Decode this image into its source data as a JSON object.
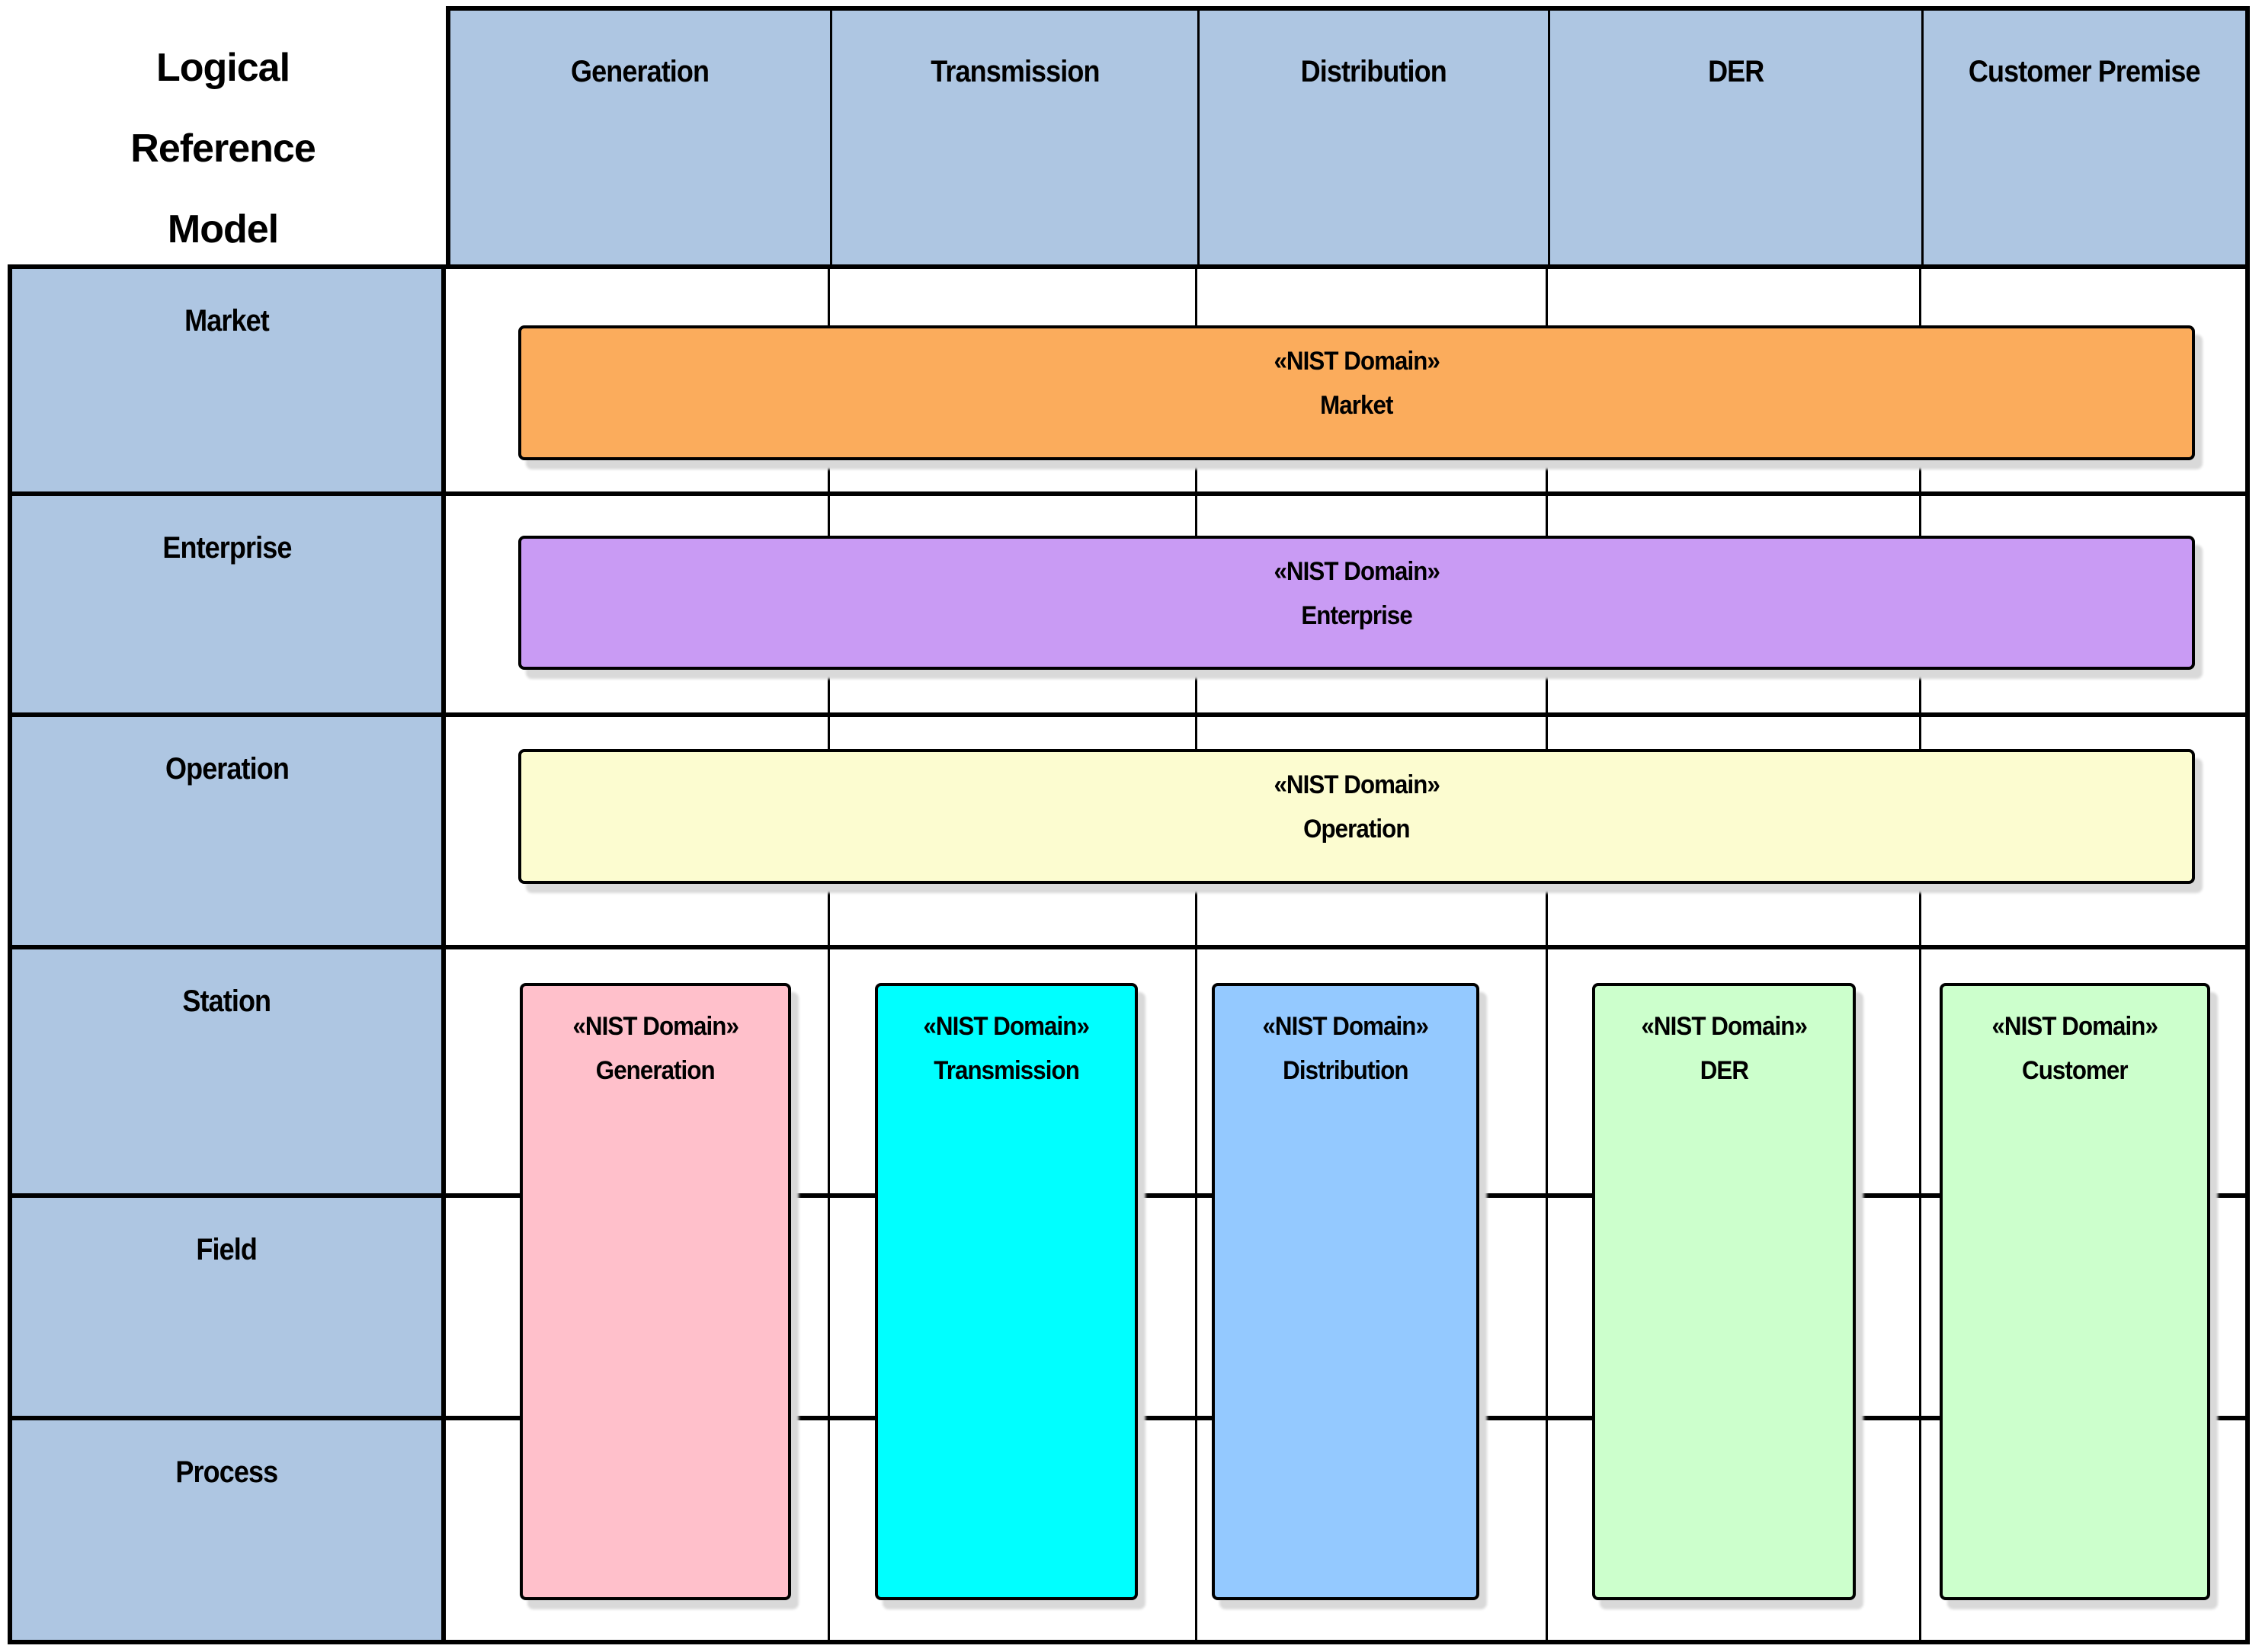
{
  "diagram": {
    "title": {
      "lines": [
        "Logical",
        "Reference",
        "Model"
      ]
    },
    "columns": [
      {
        "label": "Generation"
      },
      {
        "label": "Transmission"
      },
      {
        "label": "Distribution"
      },
      {
        "label": "DER"
      },
      {
        "label": "Customer Premise"
      }
    ],
    "rows": [
      {
        "label": "Market"
      },
      {
        "label": "Enterprise"
      },
      {
        "label": "Operation"
      },
      {
        "label": "Station"
      },
      {
        "label": "Field"
      },
      {
        "label": "Process"
      }
    ],
    "colors": {
      "header_bg": "#AEC6E2",
      "grid_line": "#000000",
      "shadow": "#D9D9D9",
      "market": "#FBAC5C",
      "enterprise": "#C99BF4",
      "operation": "#FCFCD0",
      "generation": "#FFC0CB",
      "transmission": "#00FFFF",
      "distribution": "#94C9FF",
      "der": "#CCFFCC",
      "customer": "#CCFFCC"
    },
    "domain_boxes": {
      "market": {
        "stereotype": "«NIST Domain»",
        "name": "Market"
      },
      "enterprise": {
        "stereotype": "«NIST Domain»",
        "name": "Enterprise"
      },
      "operation": {
        "stereotype": "«NIST Domain»",
        "name": "Operation"
      },
      "generation": {
        "stereotype": "«NIST Domain»",
        "name": "Generation"
      },
      "transmission": {
        "stereotype": "«NIST Domain»",
        "name": "Transmission"
      },
      "distribution": {
        "stereotype": "«NIST Domain»",
        "name": "Distribution"
      },
      "der": {
        "stereotype": "«NIST Domain»",
        "name": "DER"
      },
      "customer": {
        "stereotype": "«NIST Domain»",
        "name": "Customer"
      }
    }
  }
}
